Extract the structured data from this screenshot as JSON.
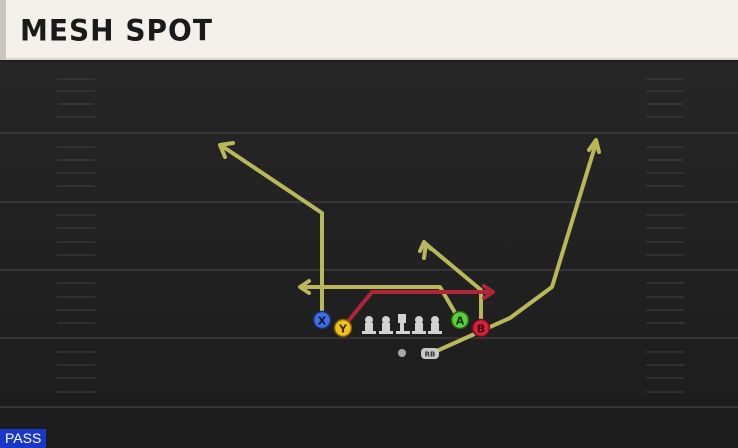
{
  "header": {
    "title": "MESH SPOT"
  },
  "footer": {
    "play_type": "PASS"
  },
  "players": [
    {
      "id": "X",
      "label": "X",
      "color": "#3f6fe0"
    },
    {
      "id": "Y",
      "label": "Y",
      "color": "#f2c21b"
    },
    {
      "id": "A",
      "label": "A",
      "color": "#5ccf3a"
    },
    {
      "id": "B",
      "label": "B",
      "color": "#d8213c"
    },
    {
      "id": "RB",
      "label": "RB",
      "color": "#c8c8c8"
    }
  ],
  "colors": {
    "route": "#b8b85a",
    "hot_route": "#b0243a",
    "field": "#232323",
    "yard_line": "#3a3a3a",
    "lineman": "#cfcfcf"
  }
}
